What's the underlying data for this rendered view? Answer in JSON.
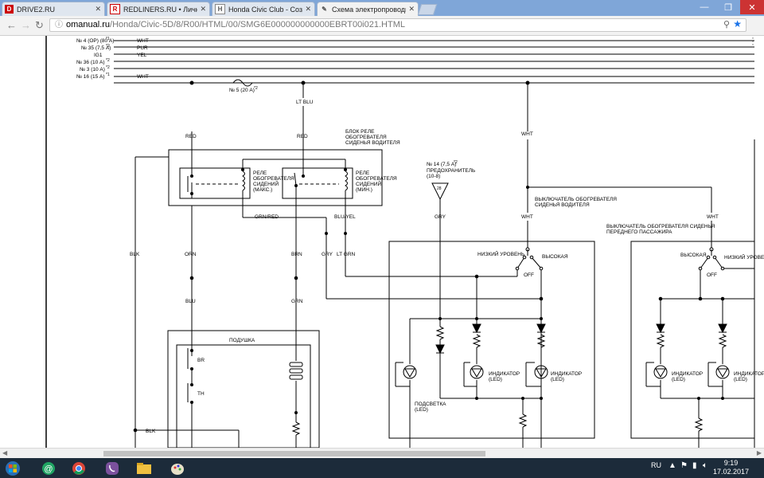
{
  "tabs": [
    {
      "label": "DRIVE2.RU",
      "icon": "drive2-icon"
    },
    {
      "label": "REDLINERS.RU • Личный",
      "icon": "redliners-icon"
    },
    {
      "label": "Honda Civic Club - Созд",
      "icon": "honda-icon"
    },
    {
      "label": "Схема электропроводк",
      "icon": "omanual-icon",
      "active": true
    }
  ],
  "address": {
    "host": "omanual.ru",
    "path": "/Honda/Civic-5D/8/R00/HTML/00/SMG6E000000000000EBRT00i021.HTML"
  },
  "diagram": {
    "fuses": [
      {
        "label": "№ 4 (ОР) (80 А)",
        "note": "*1",
        "wire": "WHT"
      },
      {
        "label": "№ 35 (7,5 А)",
        "note": "*2",
        "wire": "PUR"
      },
      {
        "label": "",
        "note": "",
        "wire": "YEL",
        "right": "IG1"
      },
      {
        "label": "№ 36 (10 А)",
        "note": "*2",
        "wire": ""
      },
      {
        "label": "№ 3 (10 А)",
        "note": "*2",
        "wire": ""
      },
      {
        "label": "№ 16 (15 А)",
        "note": "*1",
        "wire": "WHT"
      }
    ],
    "fuse5": "№ 5 (20 А)",
    "fuse5_note": "*2",
    "fuse14": "№ 14 (7,5 А)",
    "fuse14_note": "*2",
    "fuse14_sub": "ПРЕДОХРАНИТЕЛЬ",
    "fuse14_loc": "(10-8)",
    "fuse14_id": "28",
    "relay_block": [
      "БЛОК РЕЛЕ",
      "ОБОГРЕВАТЕЛЯ",
      "СИДЕНЬЯ ВОДИТЕЛЯ"
    ],
    "relay_max": [
      "РЕЛЕ",
      "ОБОГРЕВАТЕЛЯ",
      "СИДЕНИЙ",
      "(МАКС.)"
    ],
    "relay_min": [
      "РЕЛЕ",
      "ОБОГРЕВАТЕЛЯ",
      "СИДЕНИЙ",
      "(МИН.)"
    ],
    "driver_switch": [
      "ВЫКЛЮЧАТЕЛЬ ОБОГРЕВАТЕЛЯ",
      "СИДЕНЬЯ ВОДИТЕЛЯ"
    ],
    "pass_switch": [
      "ВЫКЛЮЧАТЕЛЬ ОБОГРЕВАТЕЛЯ СИДЕНЬЯ",
      "ПЕРЕДНЕГО ПАССАЖИРА"
    ],
    "low": "НИЗКИЙ УРОВЕНЬ",
    "high": "ВЫСОКАЯ",
    "off": "OFF",
    "cushion": "ПОДУШКА",
    "br": "BR",
    "th": "TH",
    "indicator": "ИНДИКАТОР",
    "led": "(LED)",
    "backlight": "ПОДСВЕТКА",
    "wires": {
      "lt_blu": "LT BLU",
      "red": "RED",
      "wht": "WHT",
      "blk": "BLK",
      "orn": "ORN",
      "brn": "BRN",
      "grn_red": "GRN/RED",
      "blu_yel": "BLU/YEL",
      "gry": "GRY",
      "lt_grn": "LT GRN",
      "blu": "BLU",
      "grn": "GRN"
    }
  },
  "taskbar": {
    "lang": "RU",
    "time": "9:19",
    "date": "17.02.2017",
    "apps": [
      "start-icon",
      "mail-icon",
      "chrome-icon",
      "viber-icon",
      "explorer-icon",
      "paint-icon"
    ]
  },
  "colors": {
    "tabbar": "#7fa6d8",
    "taskbar": "#1c2b3a",
    "accent": "#1a73e8"
  }
}
